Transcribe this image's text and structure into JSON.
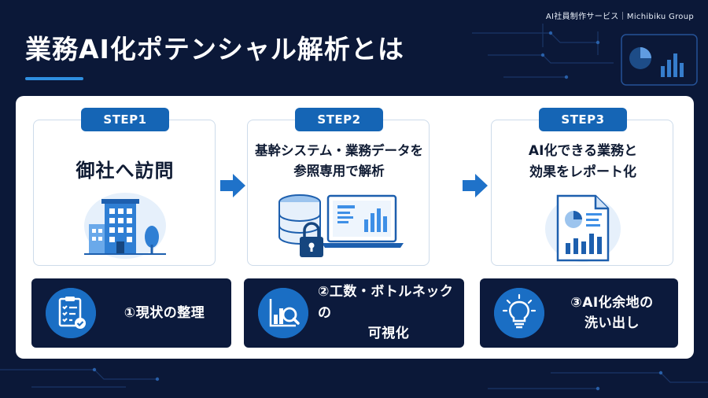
{
  "header": {
    "credit": "AI社員制作サービス｜Michibiku Group"
  },
  "page": {
    "title": "業務AI化ポテンシャル解析とは"
  },
  "steps": [
    {
      "badge": "STEP1",
      "title_lines": [
        "御社へ訪問"
      ],
      "illustration": "office-building-icon"
    },
    {
      "badge": "STEP2",
      "title_lines": [
        "基幹システム・業務データを",
        "参照専用で解析"
      ],
      "illustration": "database-laptop-lock-icon"
    },
    {
      "badge": "STEP3",
      "title_lines": [
        "AI化できる業務と",
        "効果をレポート化"
      ],
      "illustration": "report-document-icon"
    }
  ],
  "results": [
    {
      "lines": [
        "①現状の整理"
      ],
      "icon": "clipboard-checklist-icon"
    },
    {
      "lines": [
        "②工数・ボトルネックの",
        "可視化"
      ],
      "icon": "chart-magnifier-icon"
    },
    {
      "lines": [
        "③AI化余地の",
        "洗い出し"
      ],
      "icon": "lightbulb-icon"
    }
  ],
  "colors": {
    "background": "#0b1838",
    "accent_blue": "#1565b5",
    "arrow_blue": "#1f72c9",
    "result_bg": "#0c1a3c",
    "panel": "#ffffff"
  }
}
